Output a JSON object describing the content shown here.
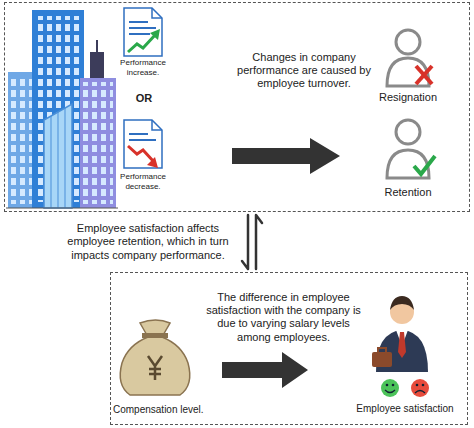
{
  "diagram": {
    "nodes": [
      {
        "text": [
          "Changes in company performance are caused by employee turnover."
        ]
      },
      {
        "text": [
          "The difference in employee satisfaction with the company is due to varying salary levels among employees."
        ]
      }
    ],
    "edges": [
      {
        "from": 0,
        "to": 1,
        "arrow": "both",
        "label": "Employee satisfaction affects employee retention, which in turn impacts company performance."
      }
    ],
    "labels": [
      "Performance increase.",
      "OR",
      "Performance decrease.",
      "Resignation",
      "Retention",
      "Compensation level.",
      "Employee satisfaction"
    ]
  }
}
